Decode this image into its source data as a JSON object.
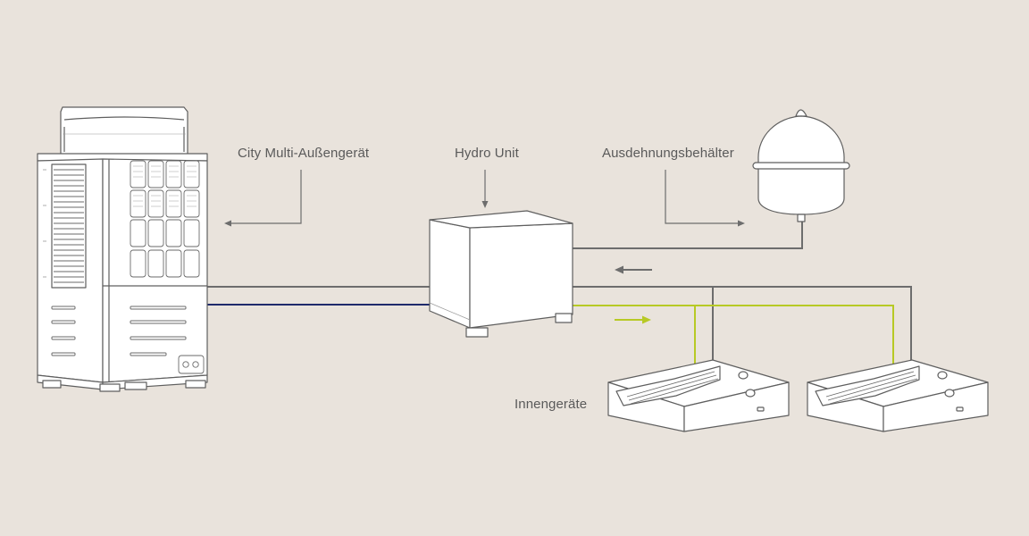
{
  "diagram": {
    "labels": {
      "outdoor_unit": "City Multi-Außengerät",
      "hydro_unit": "Hydro Unit",
      "expansion_tank": "Ausdehnungsbehälter",
      "indoor_units": "Innengeräte"
    },
    "colors": {
      "background": "#e9e3dc",
      "outline": "#5f5f5f",
      "unit_fill": "#ffffff",
      "refrigerant_gas": "#6d6d6d",
      "refrigerant_liquid": "#1f2a6b",
      "water_supply": "#b7c925",
      "water_return": "#6d6d6d",
      "label_text": "#5a5a5a"
    },
    "flow_arrows": [
      {
        "direction": "left",
        "line": "water_return"
      },
      {
        "direction": "right",
        "line": "water_supply"
      }
    ]
  }
}
